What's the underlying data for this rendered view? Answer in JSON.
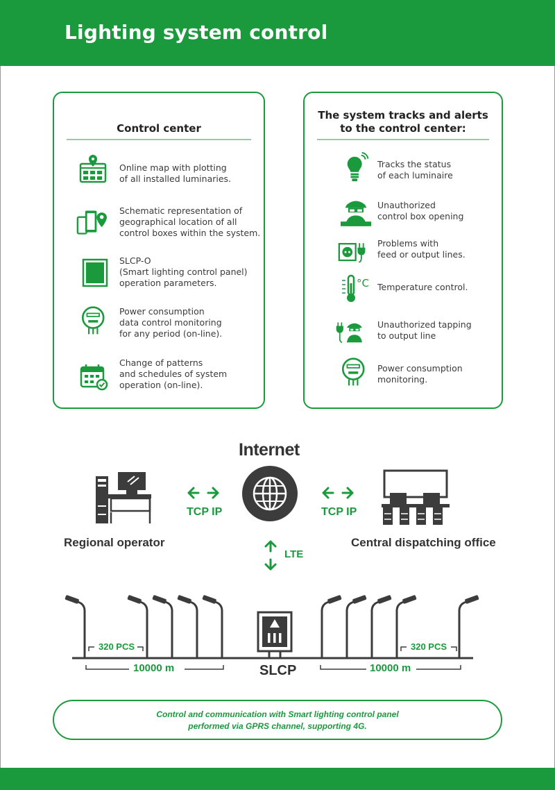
{
  "header": {
    "title": "Lighting system control"
  },
  "left_panel": {
    "title": "Control center",
    "items": [
      {
        "icon": "map-grid-icon",
        "lines": [
          "Online map with plotting",
          "of all installed luminaries."
        ]
      },
      {
        "icon": "devices-location-icon",
        "lines": [
          "Schematic representation of",
          "geographical location of all",
          "control boxes within the system."
        ]
      },
      {
        "icon": "control-panel-icon",
        "lines": [
          "SLCP-O",
          "(Smart lighting control panel)",
          "operation parameters."
        ]
      },
      {
        "icon": "power-meter-icon",
        "lines": [
          "Power consumption",
          "data control monitoring",
          "for any period (on-line)."
        ]
      },
      {
        "icon": "calendar-check-icon",
        "lines": [
          "Change of patterns",
          "and schedules of system",
          "operation (on-line)."
        ]
      }
    ]
  },
  "right_panel": {
    "title_lines": [
      "The system tracks and alerts",
      "to the control center:"
    ],
    "items": [
      {
        "icon": "smart-bulb-icon",
        "lines": [
          "Tracks the status",
          "of each luminaire"
        ]
      },
      {
        "icon": "intruder-icon",
        "lines": [
          "Unauthorized",
          "control box opening"
        ]
      },
      {
        "icon": "socket-plug-icon",
        "lines": [
          "Problems with",
          "feed or output lines."
        ]
      },
      {
        "icon": "thermometer-icon",
        "lines": [
          "Temperature control."
        ]
      },
      {
        "icon": "plug-intruder-icon",
        "lines": [
          "Unauthorized tapping",
          "to output line"
        ]
      },
      {
        "icon": "power-meter-icon",
        "lines": [
          "Power consumption",
          "monitoring."
        ]
      }
    ]
  },
  "network": {
    "internet_label": "Internet",
    "tcp_left": "TCP IP",
    "tcp_right": "TCP IP",
    "lte_label": "LTE",
    "regional_label": "Regional operator",
    "central_label": "Central dispatching office"
  },
  "street": {
    "slcp_label": "SLCP",
    "pcs_left": "320 PCS",
    "pcs_right": "320 PCS",
    "distance_left": "10000 m",
    "distance_right": "10000 m"
  },
  "note": {
    "line1": "Control and communication with Smart lighting control panel",
    "line2": "performed via GPRS channel, supporting 4G."
  },
  "colors": {
    "brand_green": "#1a9a3c",
    "dark_gray": "#3c3c3c",
    "text": "#3a3a3a"
  }
}
